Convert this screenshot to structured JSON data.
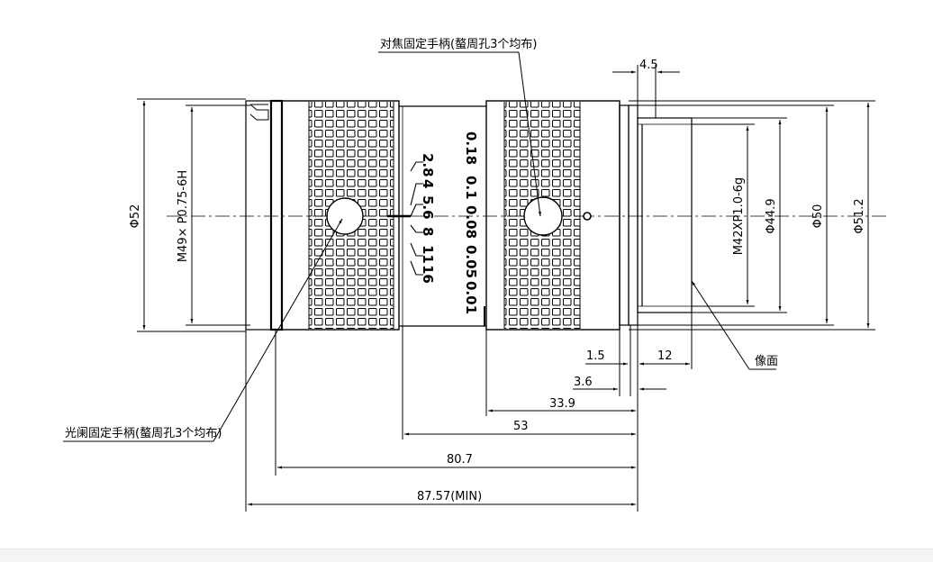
{
  "drawing": {
    "stroke_color": "#000000",
    "background": "#ffffff",
    "labels": {
      "focus_handle_note": "对焦固定手柄(螯周孔3个均布)",
      "iris_handle_note": "光阑固定手柄(螯周孔3个均布)",
      "image_plane": "像面"
    },
    "dims": {
      "d_4_5": "4.5",
      "phi52": "Φ52",
      "m49": "M49× P0.75-6H",
      "m42": "M42XP1.0-6g",
      "phi44_9": "Φ44.9",
      "phi50": "Φ50",
      "phi51_2": "Φ51.2",
      "d_1_5": "1.5",
      "d_12": "12",
      "d_3_6": "3.6",
      "d_33_9": "33.9",
      "d_53": "53",
      "d_80_7": "80.7",
      "d_87_57": "87.57(MIN)"
    },
    "aperture_scale": [
      "2.8",
      "4",
      "5.6",
      "8",
      "11",
      "16"
    ],
    "focus_scale": [
      "0.18",
      "0.1",
      "0.08",
      "0.05",
      "0.01"
    ]
  }
}
